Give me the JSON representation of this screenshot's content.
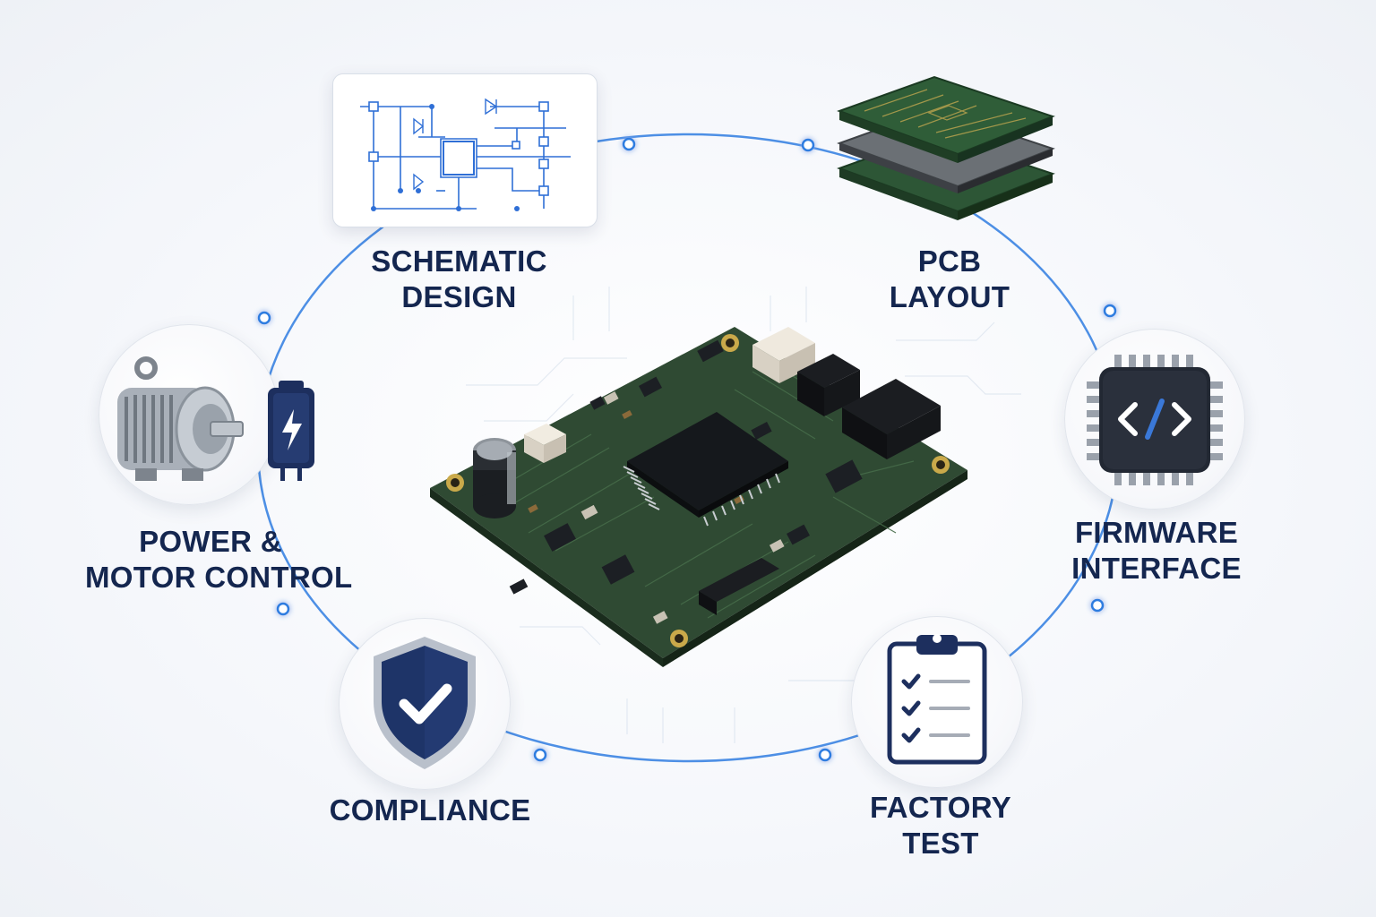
{
  "stages": {
    "schematic": {
      "line1": "SCHEMATIC",
      "line2": "DESIGN",
      "icon": "schematic-circuit-icon"
    },
    "pcb": {
      "line1": "PCB",
      "line2": "LAYOUT",
      "icon": "pcb-layers-icon"
    },
    "firmware": {
      "line1": "FIRMWARE",
      "line2": "INTERFACE",
      "icon": "code-chip-icon"
    },
    "factory": {
      "line1": "FACTORY",
      "line2": "TEST",
      "icon": "clipboard-checklist-icon"
    },
    "compliance": {
      "line1": "COMPLIANCE",
      "icon": "shield-check-icon"
    },
    "power": {
      "line1": "POWER &",
      "line2": "MOTOR CONTROL",
      "icon": "motor-battery-icon"
    }
  },
  "center": {
    "icon": "pcb-board-icon"
  },
  "colors": {
    "text": "#14264f",
    "ring": "#2f7de0",
    "board": "#2f4a33",
    "icon_navy": "#1d2f5e"
  }
}
